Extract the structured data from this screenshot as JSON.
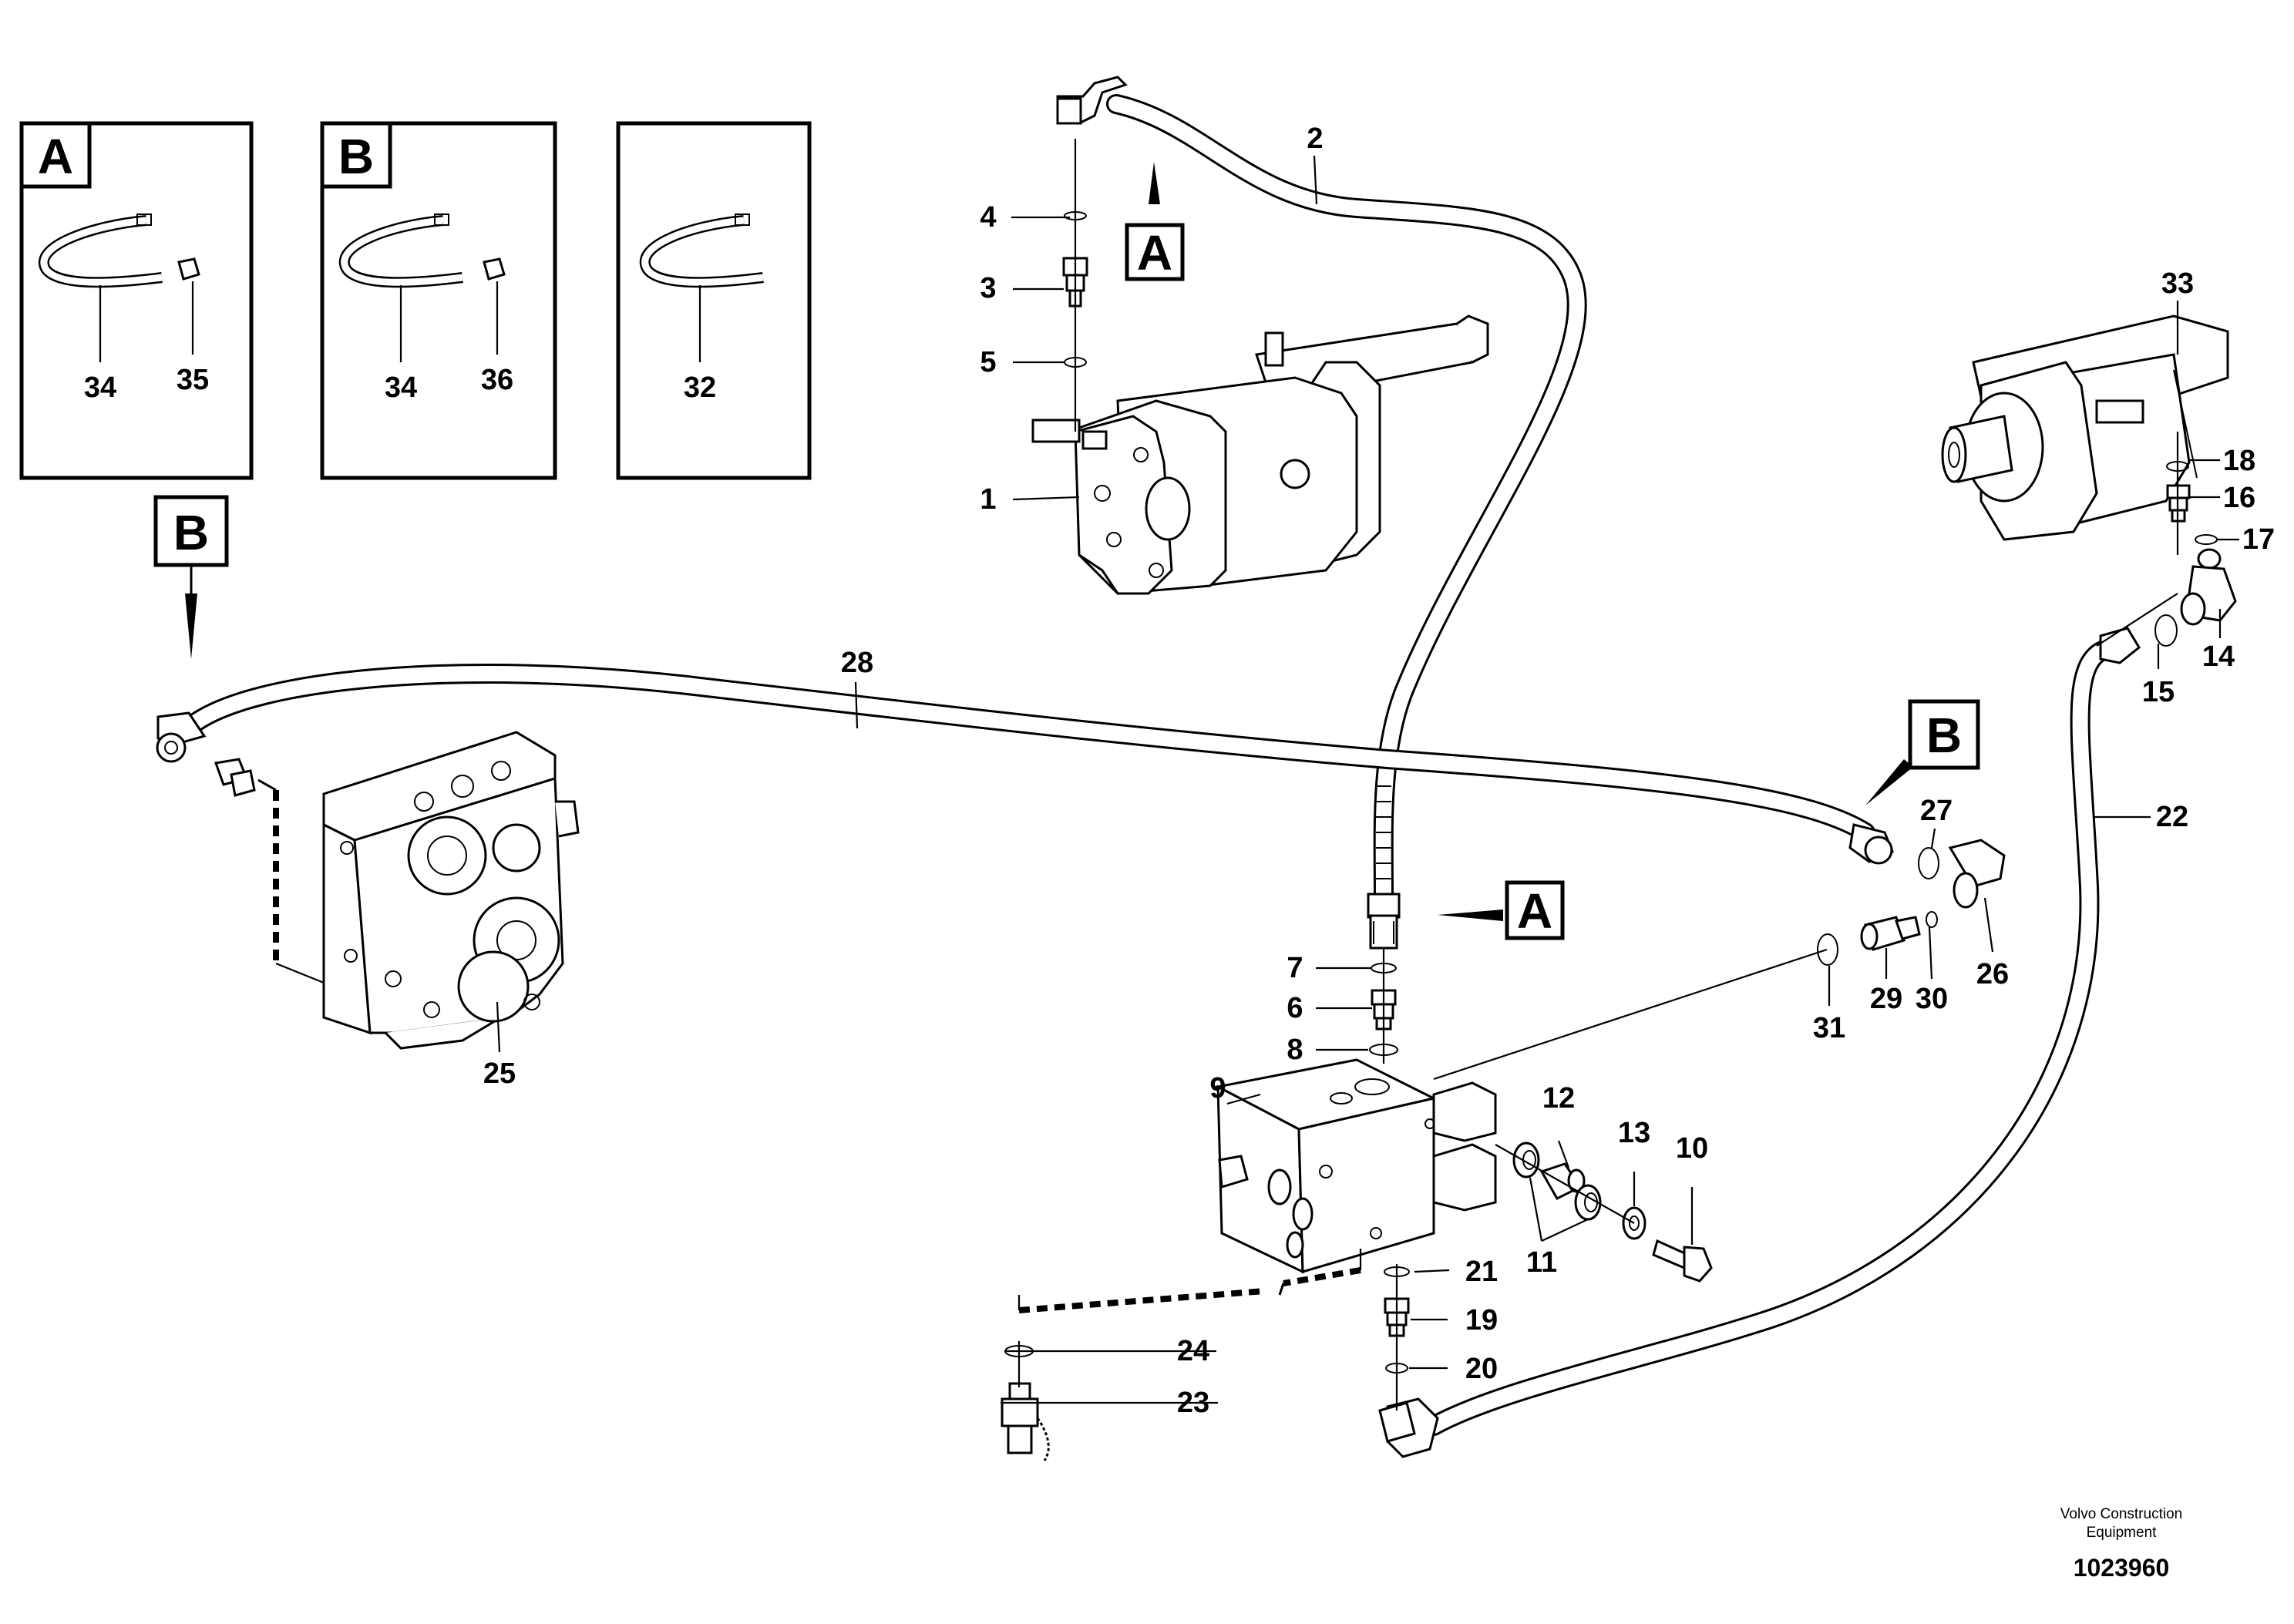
{
  "title": "",
  "detail_boxes": [
    {
      "letter": "A",
      "callouts": [
        "34",
        "35"
      ]
    },
    {
      "letter": "B",
      "callouts": [
        "34",
        "36"
      ]
    },
    {
      "letter": "",
      "callouts": [
        "32"
      ]
    }
  ],
  "hose_markers": {
    "a": "A",
    "b": "B"
  },
  "callouts": {
    "c1": "1",
    "c2": "2",
    "c3": "3",
    "c4": "4",
    "c5": "5",
    "c6": "6",
    "c7": "7",
    "c8": "8",
    "c9": "9",
    "c10": "10",
    "c11": "11",
    "c12": "12",
    "c13": "13",
    "c14": "14",
    "c15": "15",
    "c16": "16",
    "c17": "17",
    "c18": "18",
    "c19": "19",
    "c20": "20",
    "c21": "21",
    "c22": "22",
    "c23": "23",
    "c24": "24",
    "c25": "25",
    "c26": "26",
    "c27": "27",
    "c28": "28",
    "c29": "29",
    "c30": "30",
    "c31": "31",
    "c33": "33"
  },
  "footer": {
    "brand_line1": "Volvo Construction",
    "brand_line2": "Equipment",
    "drawing_number": "1023960"
  }
}
